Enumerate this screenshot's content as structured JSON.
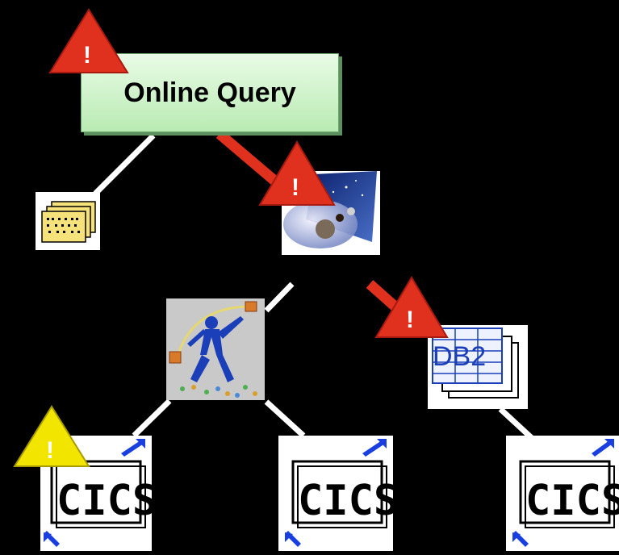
{
  "root": {
    "label": "Online Query"
  },
  "nodes": {
    "db2": {
      "label": "DB2"
    },
    "cics_left": {
      "label": "CICS"
    },
    "cics_middle": {
      "label": "CICS"
    },
    "cics_right": {
      "label": "CICS"
    }
  },
  "alerts": {
    "root_alert": {
      "symbol": "!",
      "color": "#e0301e"
    },
    "server_alert": {
      "symbol": "!",
      "color": "#e0301e"
    },
    "db2_alert": {
      "symbol": "!",
      "color": "#e0301e"
    },
    "cics_left_alert": {
      "symbol": "!",
      "color": "#f2e600"
    }
  },
  "colors": {
    "problem_path": "#e0301e",
    "normal_path": "#ffffff",
    "root_fill": "#c8f0c2",
    "link_arrow": "#1a3fe0"
  }
}
